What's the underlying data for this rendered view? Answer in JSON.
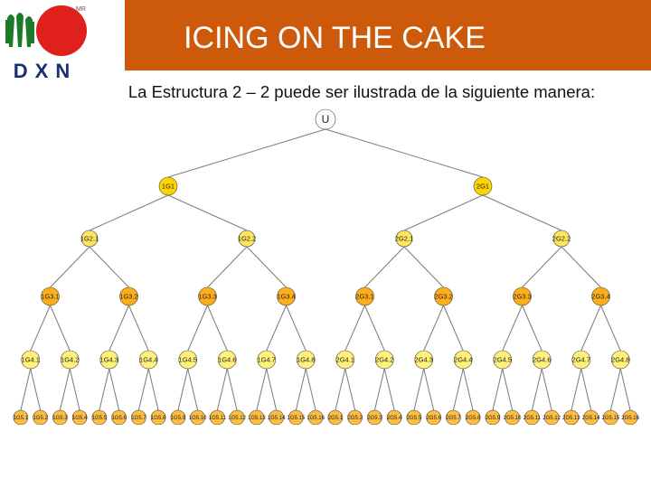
{
  "brand": {
    "logo_text": "DXN",
    "badge_text": "MR"
  },
  "header": {
    "title": "ICING ON THE CAKE"
  },
  "subtitle": "La Estructura 2 – 2 puede ser ilustrada de la siguiente manera:",
  "colors": {
    "banner": "#cc5a0a",
    "root": "#ffffff",
    "level1": "#ffd400",
    "level2": "#ffe45c",
    "level3": "#ffae1a",
    "level4": "#fff17a",
    "level5": "#ffbe40"
  },
  "tree": {
    "root": "U",
    "level1": [
      "1G1",
      "2G1"
    ],
    "level2": [
      "1G2.1",
      "1G2.2",
      "2G2.1",
      "2G2.2"
    ],
    "level3": [
      "1G3.1",
      "1G3.2",
      "1G3.3",
      "1G3.4",
      "2G3.1",
      "2G3.2",
      "2G3.3",
      "2G3.4"
    ],
    "level4": [
      "1G4.1",
      "1G4.2",
      "1G4.3",
      "1G4.4",
      "1G4.5",
      "1G4.6",
      "1G4.7",
      "1G4.8",
      "2G4.1",
      "2G4.2",
      "2G4.3",
      "2G4.4",
      "2G4.5",
      "2G4.6",
      "2G4.7",
      "2G4.8"
    ],
    "level5": [
      "1G5.1",
      "1G5.2",
      "1G5.3",
      "1G5.4",
      "1G5.5",
      "1G5.6",
      "1G5.7",
      "1G5.8",
      "1G5.9",
      "1G5.10",
      "1G5.11",
      "1G5.12",
      "1G5.13",
      "1G5.14",
      "1G5.15",
      "1G5.16",
      "2G5.1",
      "2G5.2",
      "2G5.3",
      "2G5.4",
      "2G5.5",
      "2G5.6",
      "2G5.7",
      "2G5.8",
      "2G5.9",
      "2G5.10",
      "2G5.11",
      "2G5.12",
      "2G5.13",
      "2G5.14",
      "2G5.15",
      "2G5.16"
    ]
  }
}
